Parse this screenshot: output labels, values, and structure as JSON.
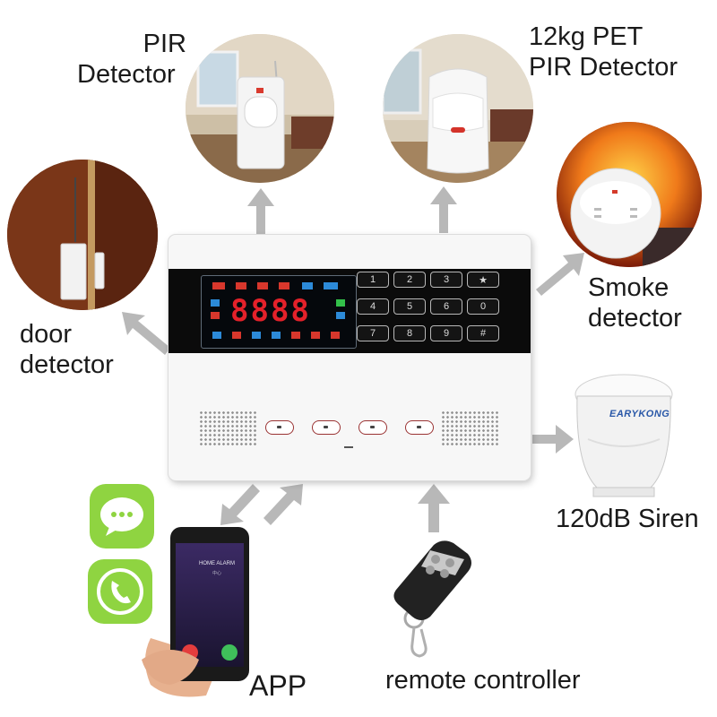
{
  "labels": {
    "pir": [
      "PIR",
      "Detector"
    ],
    "pet_pir": [
      "12kg PET",
      "PIR Detector"
    ],
    "smoke": [
      "Smoke",
      "detector"
    ],
    "door": [
      "door",
      "detector"
    ],
    "siren": "120dB Siren",
    "app": "APP",
    "remote": "remote controller"
  },
  "panel": {
    "display_digits": "8888",
    "keys": [
      "1",
      "2",
      "3",
      "★",
      "4",
      "5",
      "6",
      "0",
      "7",
      "8",
      "9",
      "#"
    ]
  },
  "siren_brand": "EARYKONG",
  "phone": {
    "title": "HOME ALARM",
    "subtitle": "中心"
  },
  "icons": [
    "pir-detector-icon",
    "pet-pir-detector-icon",
    "smoke-detector-icon",
    "door-sensor-icon",
    "siren-icon",
    "message-icon",
    "phone-call-icon",
    "smartphone-icon",
    "remote-control-icon"
  ],
  "colors": {
    "arrow": "#b8b8b8",
    "bubble": "#8fd441",
    "lcd_red": "#e4212a",
    "accent_red": "#9a3333"
  }
}
